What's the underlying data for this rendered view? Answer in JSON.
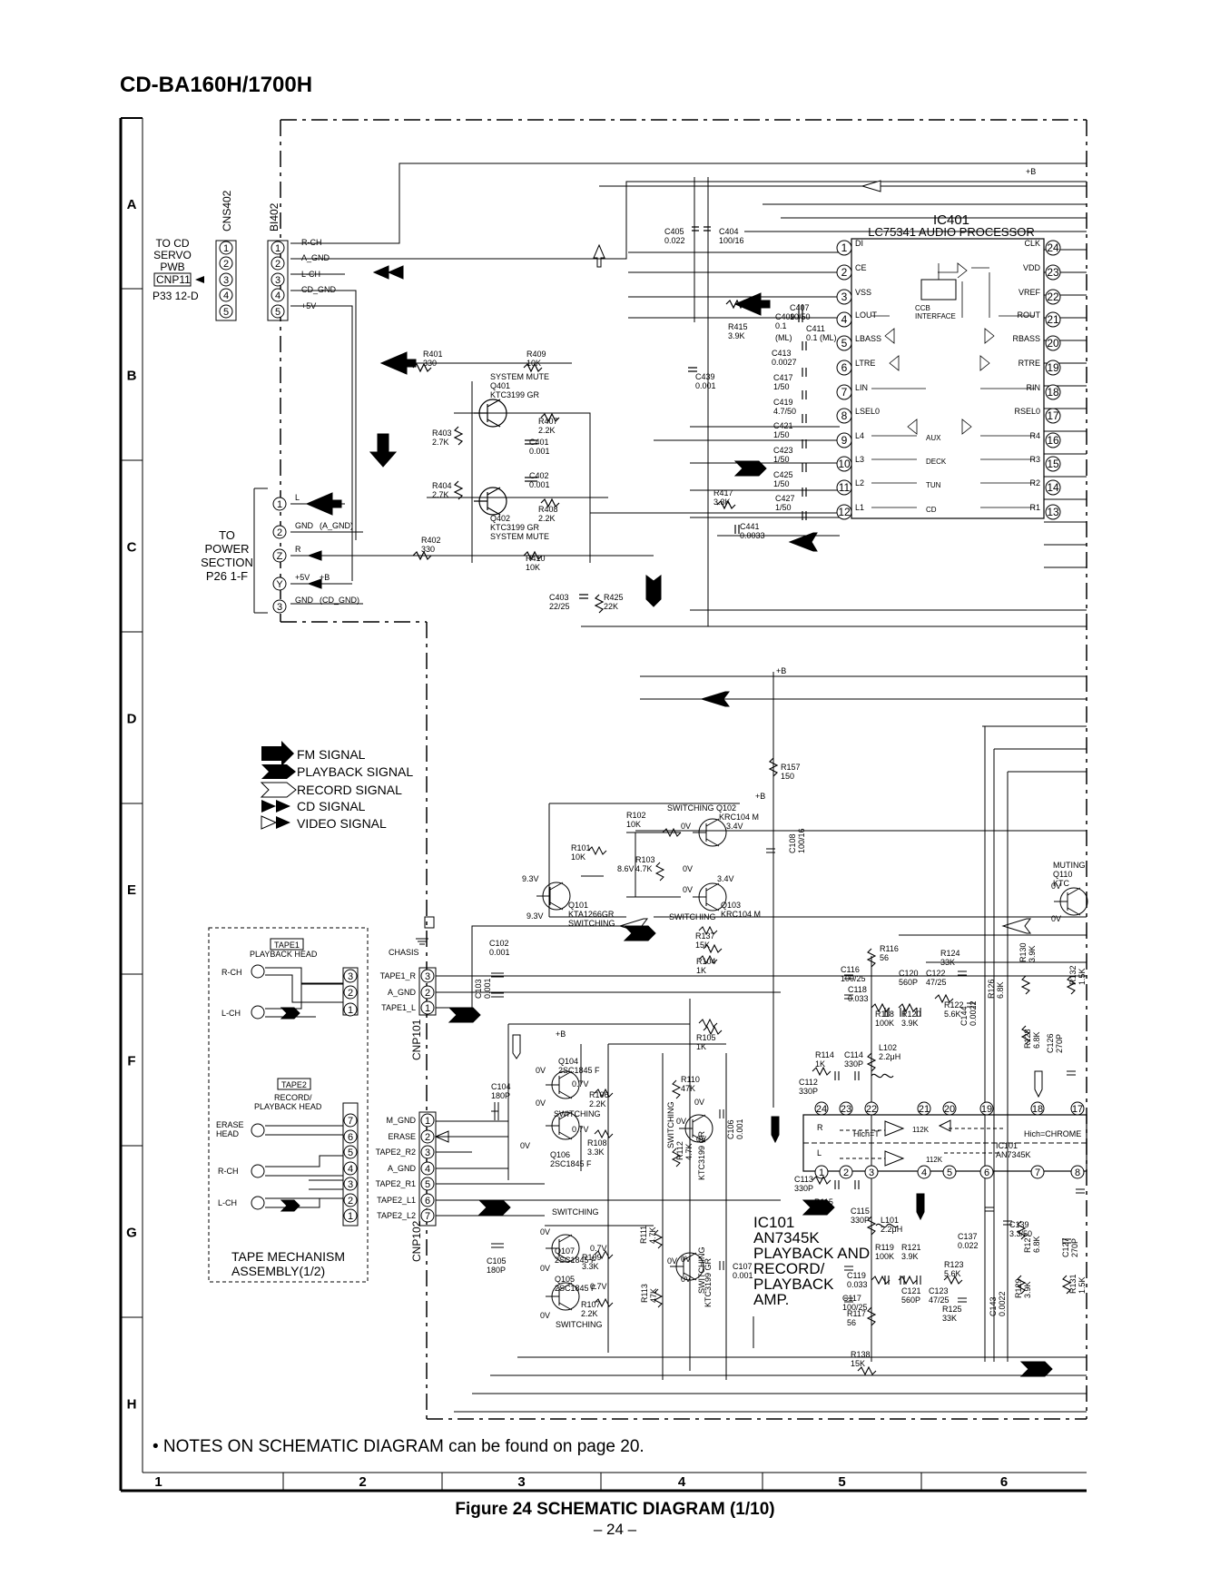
{
  "header": {
    "model": "CD-BA160H/1700H"
  },
  "grid": {
    "rows": [
      "A",
      "B",
      "C",
      "D",
      "E",
      "F",
      "G",
      "H"
    ],
    "cols": [
      "1",
      "2",
      "3",
      "4",
      "5",
      "6"
    ]
  },
  "connectors": {
    "cns402": "CNS402",
    "bi402": "BI402",
    "cd_servo": [
      "TO CD",
      "SERVO",
      "PWB"
    ],
    "cnp11": "CNP11",
    "p33": "P33 12-D",
    "bi402_pins": [
      "R-CH",
      "A_GND",
      "L-CH",
      "CD_GND",
      "+5V"
    ],
    "power": [
      "TO",
      "POWER",
      "SECTION",
      "P26 1-F"
    ],
    "power_pins": [
      {
        "pin": "1",
        "label": "L",
        "extra": ""
      },
      {
        "pin": "2",
        "label": "GND",
        "extra": "(A_GND)"
      },
      {
        "pin": "Z",
        "label": "R",
        "extra": ""
      },
      {
        "pin": "Y",
        "label": "+5V",
        "extra": "+B"
      },
      {
        "pin": "3",
        "label": "GND",
        "extra": "(CD_GND)"
      }
    ],
    "cnp101": "CNP101",
    "cnp102": "CNP102",
    "chasis": "CHASIS",
    "cnp101_pins": [
      "TAPE1_R",
      "A_GND",
      "TAPE1_L"
    ],
    "cnp102_pins": [
      "M_GND",
      "ERASE",
      "TAPE2_R2",
      "A_GND",
      "TAPE2_R1",
      "TAPE2_L1",
      "TAPE2_L2"
    ]
  },
  "ic401": {
    "name": "IC401",
    "title": "LC75341 AUDIO PROCESSOR",
    "left_pins": [
      "DI",
      "CE",
      "VSS",
      "LOUT",
      "LBASS",
      "LTRE",
      "LIN",
      "LSEL0",
      "L4",
      "L3",
      "L2",
      "L1"
    ],
    "right_pins": [
      "CLK",
      "VDD",
      "VREF",
      "ROUT",
      "RBASS",
      "RTRE",
      "RIN",
      "RSEL0",
      "R4",
      "R3",
      "R2",
      "R1"
    ],
    "inner": {
      "ccb": "CCB",
      "interface": "INTERFACE",
      "aux": "AUX",
      "deck": "DECK",
      "tun": "TUN",
      "cd": "CD"
    }
  },
  "parts_top": [
    {
      "ref": "C405",
      "val": "0.022"
    },
    {
      "ref": "C404",
      "val": "100/16"
    },
    {
      "ref": "C407",
      "val": "10/50"
    },
    {
      "ref": "C409",
      "val": "0.1"
    },
    {
      "ref": "C409b",
      "val": "(ML)"
    },
    {
      "ref": "C411",
      "val": "0.1 (ML)"
    },
    {
      "ref": "R415",
      "val": "3.9K"
    },
    {
      "ref": "C413",
      "val": "0.0027"
    },
    {
      "ref": "C439",
      "val": "0.001"
    },
    {
      "ref": "C417",
      "val": "1/50"
    },
    {
      "ref": "C419",
      "val": "4.7/50"
    },
    {
      "ref": "C421",
      "val": "1/50"
    },
    {
      "ref": "C423",
      "val": "1/50"
    },
    {
      "ref": "C425",
      "val": "1/50"
    },
    {
      "ref": "C427",
      "val": "1/50"
    },
    {
      "ref": "R417",
      "val": "3.3K"
    },
    {
      "ref": "C441",
      "val": "0.0033"
    },
    {
      "ref": "R401",
      "val": "330"
    },
    {
      "ref": "R409",
      "val": "10K"
    },
    {
      "ref": "R403",
      "val": "2.7K"
    },
    {
      "ref": "R404",
      "val": "2.7K"
    },
    {
      "ref": "R407",
      "val": "2.2K"
    },
    {
      "ref": "C401",
      "val": "0.001"
    },
    {
      "ref": "C402",
      "val": "0.001"
    },
    {
      "ref": "R408",
      "val": "2.2K"
    },
    {
      "ref": "R402",
      "val": "330"
    },
    {
      "ref": "R410",
      "val": "10K"
    },
    {
      "ref": "C403",
      "val": "22/25"
    },
    {
      "ref": "R425",
      "val": "22K"
    },
    {
      "ref": "R157",
      "val": "150"
    }
  ],
  "transistors_top": {
    "q401": [
      "SYSTEM MUTE",
      "Q401",
      "KTC3199 GR"
    ],
    "q402": [
      "Q402",
      "KTC3199 GR",
      "SYSTEM MUTE"
    ]
  },
  "rails": {
    "plus_b": "+B"
  },
  "legend": [
    "FM SIGNAL",
    "PLAYBACK SIGNAL",
    "RECORD SIGNAL",
    "CD SIGNAL",
    "VIDEO SIGNAL"
  ],
  "tape": {
    "tape1": "TAPE1",
    "tape1_head": "PLAYBACK HEAD",
    "tape2": "TAPE2",
    "tape2_head": [
      "RECORD/",
      "PLAYBACK  HEAD"
    ],
    "erase": [
      "ERASE",
      "HEAD"
    ],
    "rch": "R-CH",
    "lch": "L-CH",
    "assembly": [
      "TAPE MECHANISM",
      "ASSEMBLY(1/2)"
    ]
  },
  "switching": {
    "q102": [
      "SWITCHING  Q102",
      "KRC104 M"
    ],
    "q103": [
      "Q103",
      "KRC104 M"
    ],
    "q101": [
      "Q101",
      "KTA1266GR",
      "SWITCHING"
    ],
    "q104": [
      "Q104",
      "2SC1845 F"
    ],
    "q106": [
      "Q106",
      "2SC1845 F"
    ],
    "q107": [
      "Q107",
      "2SC1845 F"
    ],
    "q105": [
      "Q105",
      "2SC1845 F"
    ],
    "q108": "KTC3199 GR",
    "q109": "KTC3199 GR",
    "word": "SWITCHING",
    "muting": [
      "MUTING",
      "Q110",
      "KTC"
    ]
  },
  "volt": {
    "v0": "0V",
    "v34": "3.4V",
    "v93": "9.3V",
    "v86": "8.6V",
    "v07": "0.7V"
  },
  "parts_bottom": [
    {
      "ref": "R102",
      "val": "10K"
    },
    {
      "ref": "R101",
      "val": "10K"
    },
    {
      "ref": "R103",
      "val": "4.7K"
    },
    {
      "ref": "C108",
      "val": "100/16"
    },
    {
      "ref": "R137",
      "val": "15K"
    },
    {
      "ref": "R104",
      "val": "1K"
    },
    {
      "ref": "C102",
      "val": "0.001"
    },
    {
      "ref": "C103",
      "val": "0.001"
    },
    {
      "ref": "R105",
      "val": "1K"
    },
    {
      "ref": "C104",
      "val": "180P"
    },
    {
      "ref": "R106",
      "val": "2.2K"
    },
    {
      "ref": "R108",
      "val": "3.3K"
    },
    {
      "ref": "R110",
      "val": "47K"
    },
    {
      "ref": "R112",
      "val": "4.7K"
    },
    {
      "ref": "C106",
      "val": "0.001"
    },
    {
      "ref": "C105",
      "val": "180P"
    },
    {
      "ref": "R109",
      "val": "3.3K"
    },
    {
      "ref": "R107",
      "val": "2.2K"
    },
    {
      "ref": "R111",
      "val": "4.7K"
    },
    {
      "ref": "R113",
      "val": "47K"
    },
    {
      "ref": "C107",
      "val": "0.001"
    },
    {
      "ref": "R116",
      "val": "56"
    },
    {
      "ref": "C116",
      "val": "100/25"
    },
    {
      "ref": "C118",
      "val": "0.033"
    },
    {
      "ref": "C120",
      "val": "560P"
    },
    {
      "ref": "C122",
      "val": "47/25"
    },
    {
      "ref": "R124",
      "val": "33K"
    },
    {
      "ref": "R118",
      "val": "100K"
    },
    {
      "ref": "R120",
      "val": "3.9K"
    },
    {
      "ref": "R122",
      "val": "5.6K"
    },
    {
      "ref": "C144",
      "val": "0.0022"
    },
    {
      "ref": "R126",
      "val": "6.8K"
    },
    {
      "ref": "R130",
      "val": "3.9K"
    },
    {
      "ref": "R132",
      "val": "1.5K"
    },
    {
      "ref": "R128",
      "val": "6.8K"
    },
    {
      "ref": "C126",
      "val": "270P"
    },
    {
      "ref": "R114",
      "val": "1K"
    },
    {
      "ref": "C114",
      "val": "330P"
    },
    {
      "ref": "L102",
      "val": "2.2μH"
    },
    {
      "ref": "C112",
      "val": "330P"
    },
    {
      "ref": "C113",
      "val": "330P"
    },
    {
      "ref": "R115",
      "val": "1K"
    },
    {
      "ref": "C115",
      "val": "330P"
    },
    {
      "ref": "L101",
      "val": "2.2μH"
    },
    {
      "ref": "R119",
      "val": "100K"
    },
    {
      "ref": "R121",
      "val": "3.9K"
    },
    {
      "ref": "C119",
      "val": "0.033"
    },
    {
      "ref": "C117",
      "val": "100/25"
    },
    {
      "ref": "R117",
      "val": "56"
    },
    {
      "ref": "C121",
      "val": "560P"
    },
    {
      "ref": "C123",
      "val": "47/25"
    },
    {
      "ref": "R123",
      "val": "5.6K"
    },
    {
      "ref": "R125",
      "val": "33K"
    },
    {
      "ref": "C137",
      "val": "0.022"
    },
    {
      "ref": "C139",
      "val": "3.3/50"
    },
    {
      "ref": "C143",
      "val": "0.0022"
    },
    {
      "ref": "R129",
      "val": "3.9K"
    },
    {
      "ref": "R127",
      "val": "6.8K"
    },
    {
      "ref": "R131",
      "val": "1.5K"
    },
    {
      "ref": "C127",
      "val": "270P"
    },
    {
      "ref": "R138",
      "val": "15K"
    }
  ],
  "ic101": {
    "top_pins": [
      "24",
      "23",
      "22",
      "21",
      "20",
      "19",
      "18",
      "17"
    ],
    "bottom_pins": [
      "1",
      "2",
      "3",
      "4",
      "5",
      "6",
      "7",
      "8"
    ],
    "inner": {
      "r": "R",
      "l": "L",
      "hich_t": "Hich=T",
      "hich_c": "Hich=CHROME",
      "k112a": "112K",
      "k112b": "112K",
      "ref": "IC101",
      "chip": "AN7345K"
    },
    "label": [
      "IC101",
      "AN7345K",
      "PLAYBACK AND",
      "RECORD/",
      "PLAYBACK",
      "AMP."
    ]
  },
  "footer": {
    "notes": "• NOTES ON SCHEMATIC DIAGRAM can be found on page 20.",
    "caption": "Figure 24 SCHEMATIC DIAGRAM (1/10)",
    "page": "– 24 –"
  }
}
